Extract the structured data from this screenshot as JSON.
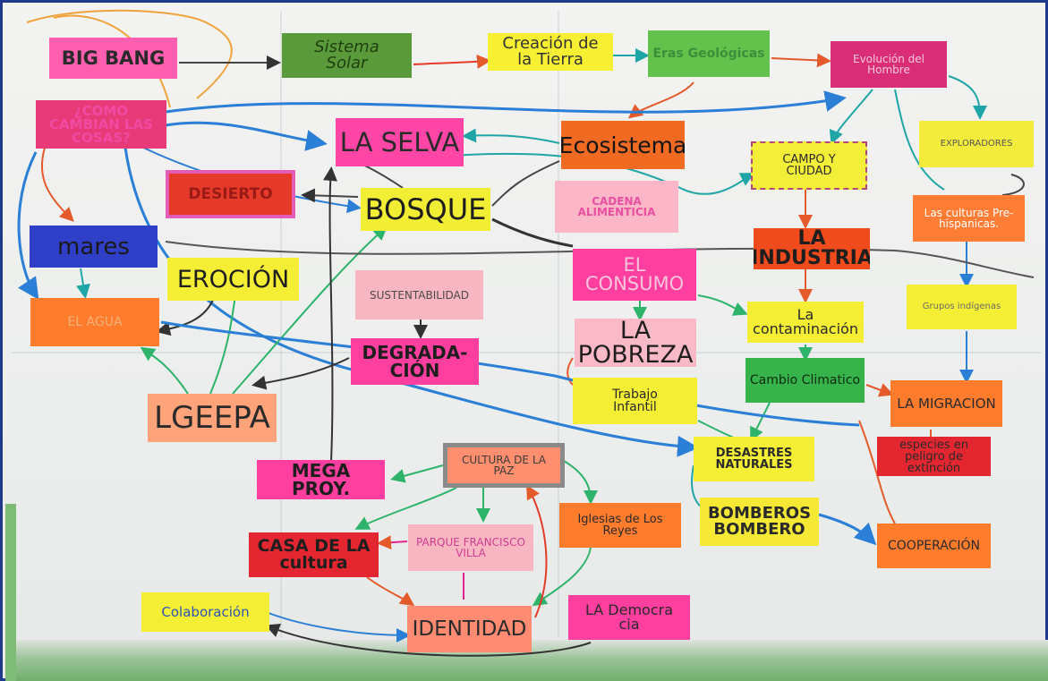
{
  "cards": {
    "big_bang": "BIG BANG",
    "sistema_solar": "Sistema\nSolar",
    "creacion_tierra": "Creación de\nla Tierra",
    "eras_geologicas": "Eras Geológicas",
    "evolucion_hombre": "Evolución del\nHombre",
    "como_cambian": "¿COMO CAMBIAN LAS COSAS?",
    "la_selva": "LA SELVA",
    "ecosistema": "Ecosistema",
    "campo_ciudad": "CAMPO Y\nCIUDAD",
    "exploradores": "EXPLORADORES",
    "desierto": "DESIERTO",
    "bosque": "BOSQUE",
    "cadena_alimenticia": "CADENA ALIMENTICIA",
    "culturas_prehispanicas": "Las culturas Pre-\nhispanicas.",
    "mares": "mares",
    "erocion": "EROCIÓN",
    "sustentabilidad": "SUSTENTABILIDAD",
    "el_consumo": "EL\nCONSUMO",
    "la_industria": "LA INDUSTRIA",
    "grupos_indigenas": "Grupos indígenas",
    "el_agua": "EL AGUA",
    "la_contaminacion": "La\ncontaminación",
    "degradacion": "DEGRADA-\nCIÓN",
    "la_pobreza": "LA POBREZA",
    "trabajo_infantil": "Trabajo\nInfantil",
    "cambio_climatico": "Cambio Climatico",
    "la_migracion": "LA MIGRACION",
    "lgeepa": "LGEEPA",
    "desastres_naturales": "DESASTRES\nNATURALES",
    "especies_peligro": "especies en\npeligro de extinción",
    "mega_proyectos": "MEGA PROY.",
    "cultura_paz": "CULTURA DE LA PAZ",
    "iglesias": "Iglesias de Los\nReyes",
    "bomberos": "BOMBEROS\nBOMBERO",
    "cooperacion": "COOPERACIÓN",
    "casa_cultura": "CASA DE LA\ncultura",
    "parque": "PARQUE FRANCISCO\nVILLA",
    "colaboracion": "Colaboración",
    "identidad": "IDENTIDAD",
    "la_democracia": "LA Democra\ncia"
  },
  "colors": {
    "hot_pink": "#ff3fa4",
    "magenta": "#e2238f",
    "green": "#37b04a",
    "lime": "#8fd14f",
    "yellow": "#f4ef3a",
    "orange": "#ff7a2e",
    "light_pink": "#f8b6c4",
    "blue": "#3a3fcf",
    "red": "#e3262f",
    "salmon": "#ff8d6b",
    "board": "#efefee",
    "frame_border": "#1f3a8a"
  }
}
